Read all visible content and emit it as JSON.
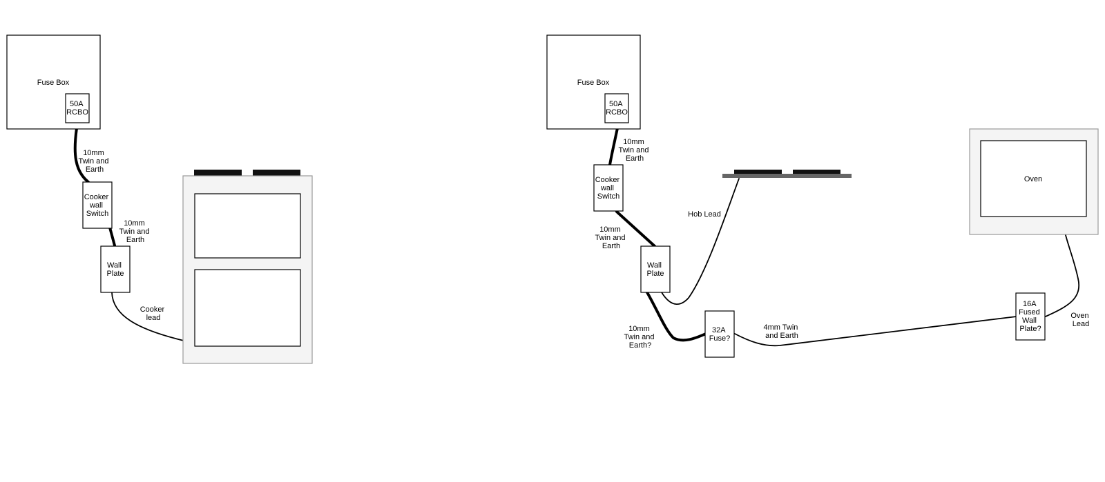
{
  "left": {
    "fuse_box": "Fuse Box",
    "rcbo": [
      "50A",
      "RCBO"
    ],
    "cable1": [
      "10mm",
      "Twin and",
      "Earth"
    ],
    "switch": [
      "Cooker",
      "wall",
      "Switch"
    ],
    "cable2": [
      "10mm",
      "Twin and",
      "Earth"
    ],
    "wall_plate": [
      "Wall",
      "Plate"
    ],
    "cooker_lead": [
      "Cooker",
      "lead"
    ]
  },
  "right": {
    "fuse_box": "Fuse Box",
    "rcbo": [
      "50A",
      "RCBO"
    ],
    "cable1": [
      "10mm",
      "Twin and",
      "Earth"
    ],
    "switch": [
      "Cooker",
      "wall",
      "Switch"
    ],
    "cable2": [
      "10mm",
      "Twin and",
      "Earth"
    ],
    "wall_plate": [
      "Wall",
      "Plate"
    ],
    "hob_lead": "Hob Lead",
    "cable3": [
      "10mm",
      "Twin and",
      "Earth?"
    ],
    "fuse32": [
      "32A",
      "Fuse?"
    ],
    "cable4": [
      "4mm Twin",
      "and Earth"
    ],
    "fused_plate": [
      "16A",
      "Fused",
      "Wall",
      "Plate?"
    ],
    "oven_lead": [
      "Oven",
      "Lead"
    ],
    "oven": "Oven"
  }
}
